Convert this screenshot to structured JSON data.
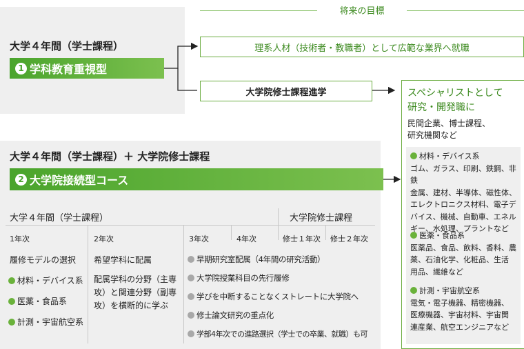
{
  "goal_header": "将来の目標",
  "course1": {
    "title": "大学４年間（学士課程）",
    "number": "1",
    "name": "学科教育重視型"
  },
  "course2": {
    "title": "大学４年間（学士課程）＋ 大学院修士課程",
    "number": "2",
    "name": "大学院接続型コース"
  },
  "boxes": {
    "employment": "理系人材（技術者・教職者）として広範な業界へ就職",
    "grad_school": "大学院修士課程進学"
  },
  "specialist": {
    "title_line1": "スペシャリストとして",
    "title_line2": "研究・開発職に",
    "sub_line1": "民間企業、博士課程、",
    "sub_line2": "研究機関など",
    "groups": [
      {
        "name": "材料・デバイス系",
        "lines": [
          "ゴム、ガラス、印刷、鉄鋼、非鉄",
          "金属、建材、半導体、磁性体、",
          "エレクトロニクス材料、電子デ",
          "バイス、機械、自動車、エネル",
          "ギー、水処理、プラントなど"
        ]
      },
      {
        "name": "医薬・食品系",
        "lines": [
          "医薬品、食品、飲料、香料、農",
          "薬、石油化学、化粧品、生活",
          "用品、繊維など"
        ]
      },
      {
        "name": "計測・宇宙航空系",
        "lines": [
          "電気・電子機器、精密機器、",
          "医療機器、宇宙材料、宇宙関",
          "連産業、航空エンジニアなど"
        ]
      }
    ]
  },
  "table": {
    "undergrad_header": "大学４年間（学士課程）",
    "grad_header": "大学院修士課程",
    "years": [
      "1年次",
      "2年次",
      "3年次",
      "4年次",
      "修士１年次",
      "修士２年次"
    ],
    "year1": {
      "intro": "履修モデルの選択",
      "items": [
        "材料・デバイス系",
        "医薬・食品系",
        "計測・宇宙航空系"
      ]
    },
    "year2": {
      "line1": "希望学科に配属",
      "para": [
        "配属学科の分野（主専",
        "攻）と関連分野（副専",
        "攻）を横断的に学ぶ"
      ]
    },
    "later_items": [
      "早期研究室配属（4年間の研究活動）",
      "大学院授業科目の先行履修",
      "学びを中断することなくストレートに大学院へ",
      "修士論文研究の重点化",
      "学部4年次での進路選択（学士での卒業、就職）も可"
    ]
  }
}
